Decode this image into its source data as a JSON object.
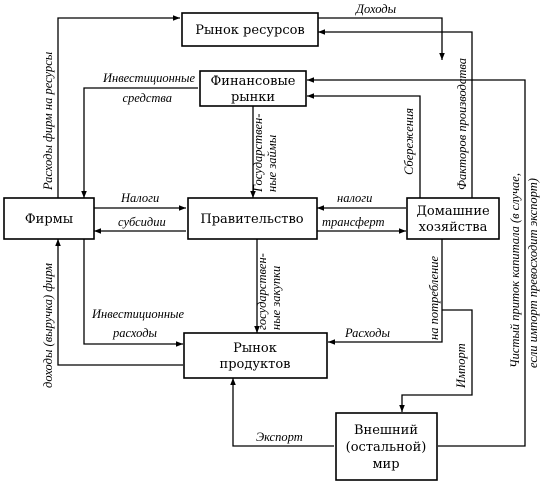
{
  "boxes": {
    "resource_market": [
      "Рынок ресурсов"
    ],
    "financial_markets": [
      "Финансовые",
      "рынки"
    ],
    "firms": [
      "Фирмы"
    ],
    "government": [
      "Правительство"
    ],
    "households": [
      "Домашние",
      "хозяйства"
    ],
    "product_market": [
      "Рынок",
      "продуктов"
    ],
    "foreign_world": [
      "Внешний",
      "(остальной)",
      "мир"
    ]
  },
  "labels": {
    "income": "Доходы",
    "firm_resource_spending": "Расходы фирм на ресурсы",
    "production_factors": "Факторов производства",
    "investment_funds": [
      "Инвестиционные",
      "средства"
    ],
    "state_loans": [
      "Государствен-",
      "ные займы"
    ],
    "savings": "Сбережения",
    "taxes_from_firms": "Налоги",
    "subsidies": "субсидии",
    "taxes_from_households": "налоги",
    "transfer": "трансферт",
    "state_purchases": [
      "государствен-",
      "ные закупки"
    ],
    "firm_revenue": "доходы (выручка) фирм",
    "investment_spending": [
      "Инвестиционные",
      "расходы"
    ],
    "household_spending": "Расходы",
    "consumption": "на потребление",
    "import": "Импорт",
    "export": "Экспорт",
    "net_capital_inflow": [
      "Чистый приток капитала (в случае,",
      "если импорт превосходит экспорт)"
    ]
  }
}
